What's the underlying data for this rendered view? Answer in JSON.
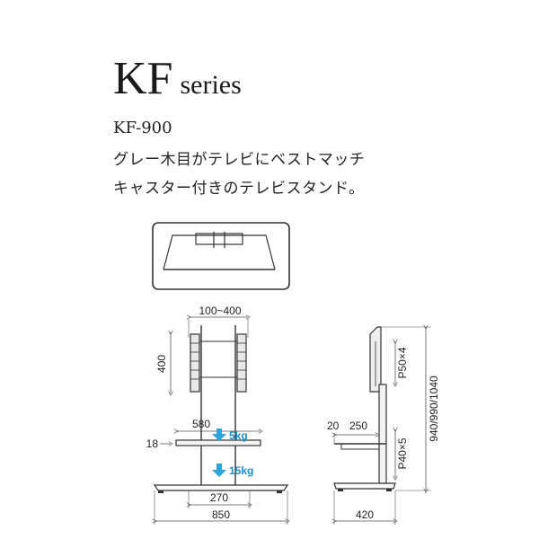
{
  "header": {
    "brand": "KF",
    "series": "series",
    "model": "KF-900",
    "description_line1": "グレー木目がテレビにベストマッチ",
    "description_line2": "キャスター付きのテレビスタンド。"
  },
  "front_view": {
    "vesa_width": "100~400",
    "vesa_height": "400",
    "shelf_width": "580",
    "shelf_height_label": "18",
    "shelf_load": "5kg",
    "base_load": "15kg",
    "caster_span": "270",
    "base_width": "850"
  },
  "side_view": {
    "offset_a": "20",
    "offset_b": "250",
    "bracket_pitch": "P50×4",
    "shelf_pitch": "P40×5",
    "height_options": "940/990/1040",
    "base_depth": "420"
  },
  "colors": {
    "line": "#333333",
    "dim": "#555555",
    "arrow": "#2aa6dd",
    "accent_text": "#1b8fc8"
  }
}
